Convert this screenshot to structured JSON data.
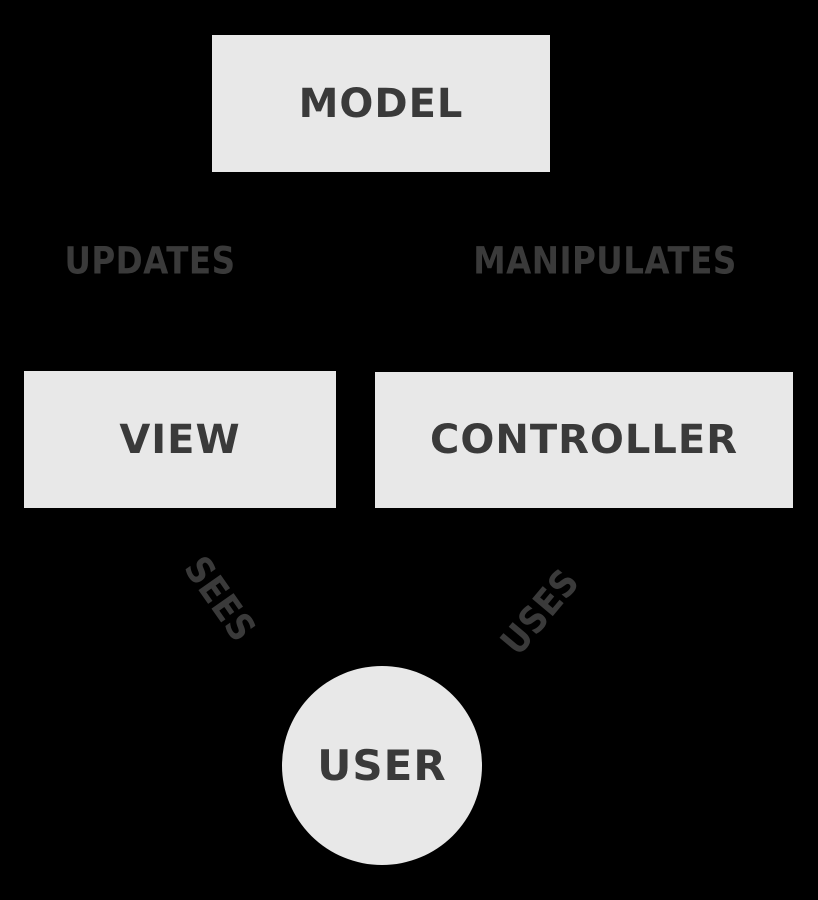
{
  "diagram": {
    "colors": {
      "background": "#000000",
      "node_fill": "#e8e8e8",
      "text": "#3a3a3a"
    },
    "nodes": {
      "model": {
        "label": "MODEL",
        "shape": "rectangle"
      },
      "view": {
        "label": "VIEW",
        "shape": "rectangle"
      },
      "controller": {
        "label": "CONTROLLER",
        "shape": "rectangle"
      },
      "user": {
        "label": "USER",
        "shape": "circle"
      }
    },
    "edges": {
      "updates": {
        "label": "UPDATES"
      },
      "manipulates": {
        "label": "MANIPULATES"
      },
      "sees": {
        "label": "SEES"
      },
      "uses": {
        "label": "USES"
      }
    }
  }
}
